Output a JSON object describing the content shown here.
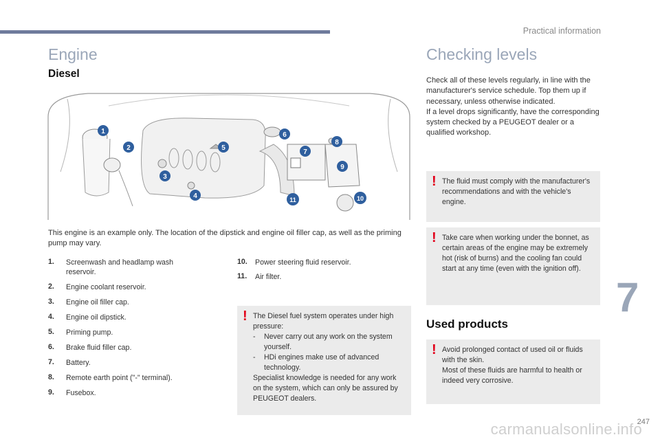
{
  "header": {
    "section_title": "Practical information",
    "page_number": "247",
    "chapter_number": "7"
  },
  "left": {
    "title": "Engine",
    "subtitle": "Diesel",
    "caption": "This engine is an example only. The location of the dipstick and engine oil filler cap, as well as the priming pump may vary.",
    "callouts": [
      "1",
      "2",
      "3",
      "4",
      "5",
      "6",
      "7",
      "8",
      "9",
      "10",
      "11"
    ],
    "list_col1": [
      {
        "num": "1.",
        "text": "Screenwash and headlamp wash reservoir."
      },
      {
        "num": "2.",
        "text": "Engine coolant reservoir."
      },
      {
        "num": "3.",
        "text": "Engine oil filler cap."
      },
      {
        "num": "4.",
        "text": "Engine oil dipstick."
      },
      {
        "num": "5.",
        "text": "Priming pump."
      },
      {
        "num": "6.",
        "text": "Brake fluid filler cap."
      },
      {
        "num": "7.",
        "text": "Battery."
      },
      {
        "num": "8.",
        "text": "Remote earth point (\"-\" terminal)."
      },
      {
        "num": "9.",
        "text": "Fusebox."
      }
    ],
    "list_col2": [
      {
        "num": "10.",
        "text": "Power steering fluid reservoir."
      },
      {
        "num": "11.",
        "text": "Air filter."
      }
    ],
    "diesel_note": {
      "intro": "The Diesel fuel system operates under high pressure:",
      "bullets": [
        "Never carry out any work on the system yourself.",
        "HDi engines make use of advanced technology."
      ],
      "outro": "Specialist knowledge is needed for any work on the system, which can only be assured by PEUGEOT dealers."
    }
  },
  "right": {
    "title": "Checking levels",
    "intro": "Check all of these levels regularly, in line with the manufacturer's service schedule. Top them up if necessary, unless otherwise indicated.",
    "intro2": "If a level drops significantly, have the corresponding system checked by a PEUGEOT dealer or a qualified workshop.",
    "note1": "The fluid must comply with the manufacturer's recommendations and with the vehicle's engine.",
    "note2": "Take care when working under the bonnet, as certain areas of the engine may be extremely hot (risk of burns) and the cooling fan could start at any time (even with the ignition off).",
    "used_title": "Used products",
    "note3_line1": "Avoid prolonged contact of used oil or fluids with the skin.",
    "note3_line2": "Most of these fluids are harmful to health or indeed very corrosive."
  },
  "watermark": "carmanualsonline.info",
  "colors": {
    "accent": "#6f7b9c",
    "callout": "#2f5f9e",
    "warning": "#e2001a",
    "note_bg": "#ebebeb"
  }
}
